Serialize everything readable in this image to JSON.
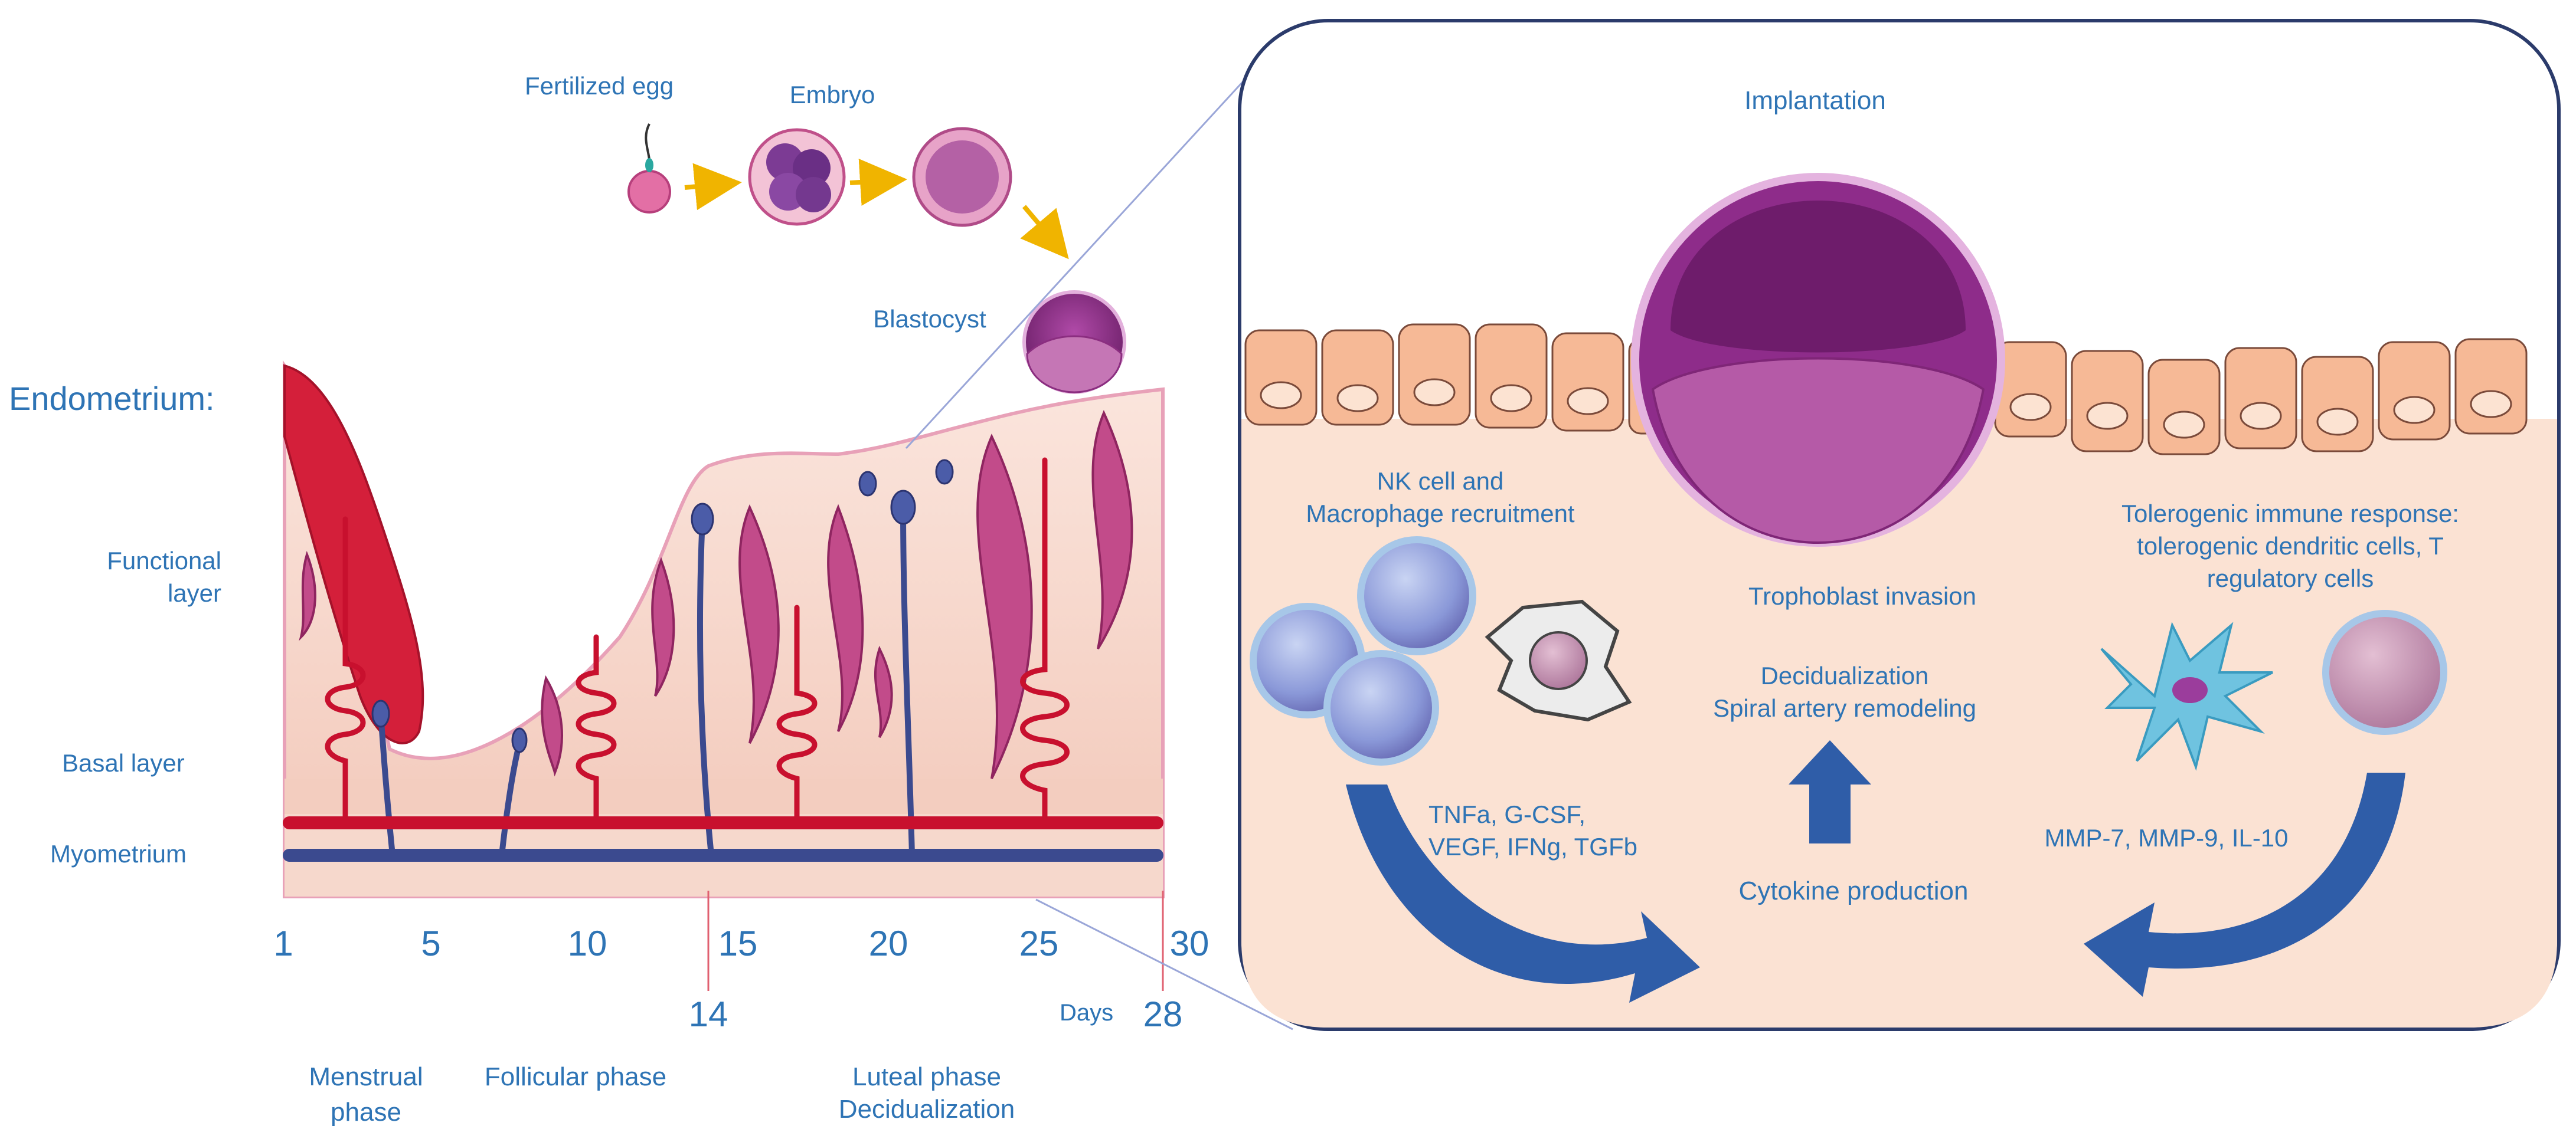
{
  "labels": {
    "fertilized_egg": "Fertilized egg",
    "embryo": "Embryo",
    "blastocyst": "Blastocyst",
    "endometrium": "Endometrium:",
    "functional_layer": [
      "Functional",
      "layer"
    ],
    "basal_layer": "Basal layer",
    "myometrium": "Myometrium",
    "implantation": "Implantation",
    "nk_recruitment": [
      "NK cell and",
      "Macrophage recruitment"
    ],
    "tolerogenic": [
      "Tolerogenic immune response:",
      "tolerogenic dendritic cells, T",
      "regulatory cells"
    ],
    "trophoblast_invasion": "Trophoblast invasion",
    "decidualization_spiral": [
      "Decidualization",
      "Spiral artery remodeling"
    ],
    "cytokines_left": [
      "TNFa, G-CSF,",
      "VEGF, IFNg, TGFb"
    ],
    "cytokines_right": "MMP-7, MMP-9, IL-10",
    "cytokine_production": "Cytokine production"
  },
  "axis": {
    "ticks": [
      "1",
      "5",
      "10",
      "15",
      "20",
      "25",
      "30"
    ],
    "markers": [
      "14",
      "28"
    ],
    "days_label": "Days"
  },
  "phases": {
    "menstrual": [
      "Menstrual",
      "phase"
    ],
    "follicular": "Follicular phase",
    "luteal": [
      "Luteal phase",
      "Decidualization"
    ]
  },
  "colors": {
    "label_blue": "#2e74b5",
    "artery_red": "#c8102e",
    "vein_blue": "#3b4a8f",
    "tissue_pink": "#f8e1d8",
    "gland_magenta": "#b03a7a",
    "blastocyst_purple": "#8e2c8a",
    "arrow_blue": "#2f5da8",
    "cell_peach": "#f6b996",
    "panel_bg": "#fbe2d3"
  }
}
